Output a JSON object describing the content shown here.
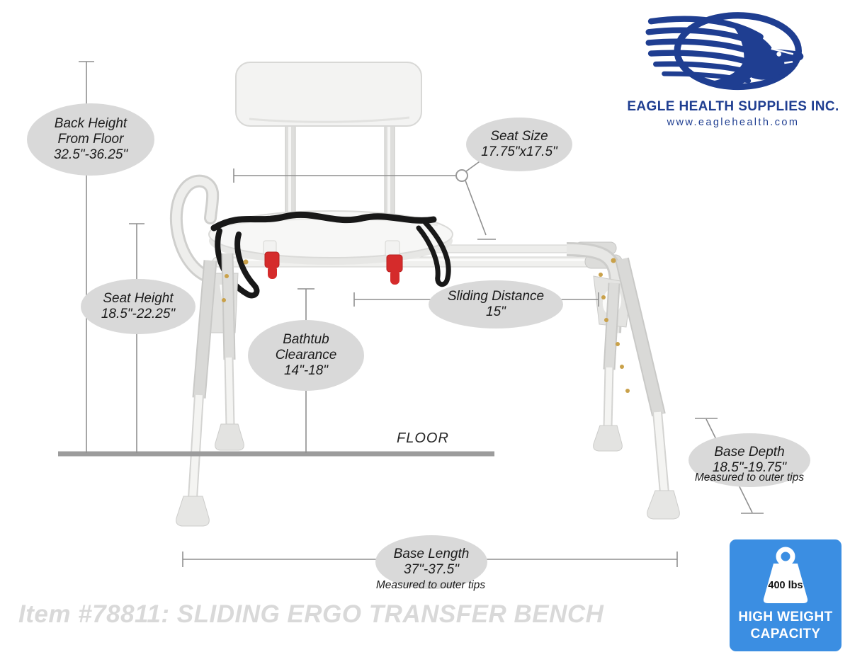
{
  "logo": {
    "company": "EAGLE HEALTH SUPPLIES INC.",
    "website": "www.eaglehealth.com"
  },
  "callouts": {
    "back_height": {
      "label": "Back Height From Floor",
      "value": "32.5\"-36.25\""
    },
    "seat_size": {
      "label": "Seat Size",
      "value": "17.75\"x17.5\""
    },
    "seat_height": {
      "label": "Seat Height",
      "value": "18.5\"-22.25\""
    },
    "bathtub_clearance": {
      "label": "Bathtub Clearance",
      "value": "14\"-18\""
    },
    "sliding_distance": {
      "label": "Sliding Distance",
      "value": "15\""
    },
    "base_depth": {
      "label": "Base Depth",
      "value": "18.5\"-19.75\"",
      "note": "Measured to outer tips"
    },
    "base_length": {
      "label": "Base Length",
      "value": "37\"-37.5\"",
      "note": "Measured to outer tips"
    }
  },
  "floor_label": "FLOOR",
  "footer": {
    "item_text": "Item #78811: SLIDING ERGO TRANSFER BENCH"
  },
  "badge": {
    "weight": "400 lbs",
    "caption": "HIGH WEIGHT CAPACITY"
  },
  "colors": {
    "logo_blue": "#1f3e91",
    "badge_blue": "#3b8ee2",
    "callout_gray": "#d9d9d9",
    "dimension_line": "#8f8f8f",
    "floor_line": "#9c9c9c",
    "red_clamp": "#d52b2b",
    "footer_text": "#d9d9d9"
  }
}
